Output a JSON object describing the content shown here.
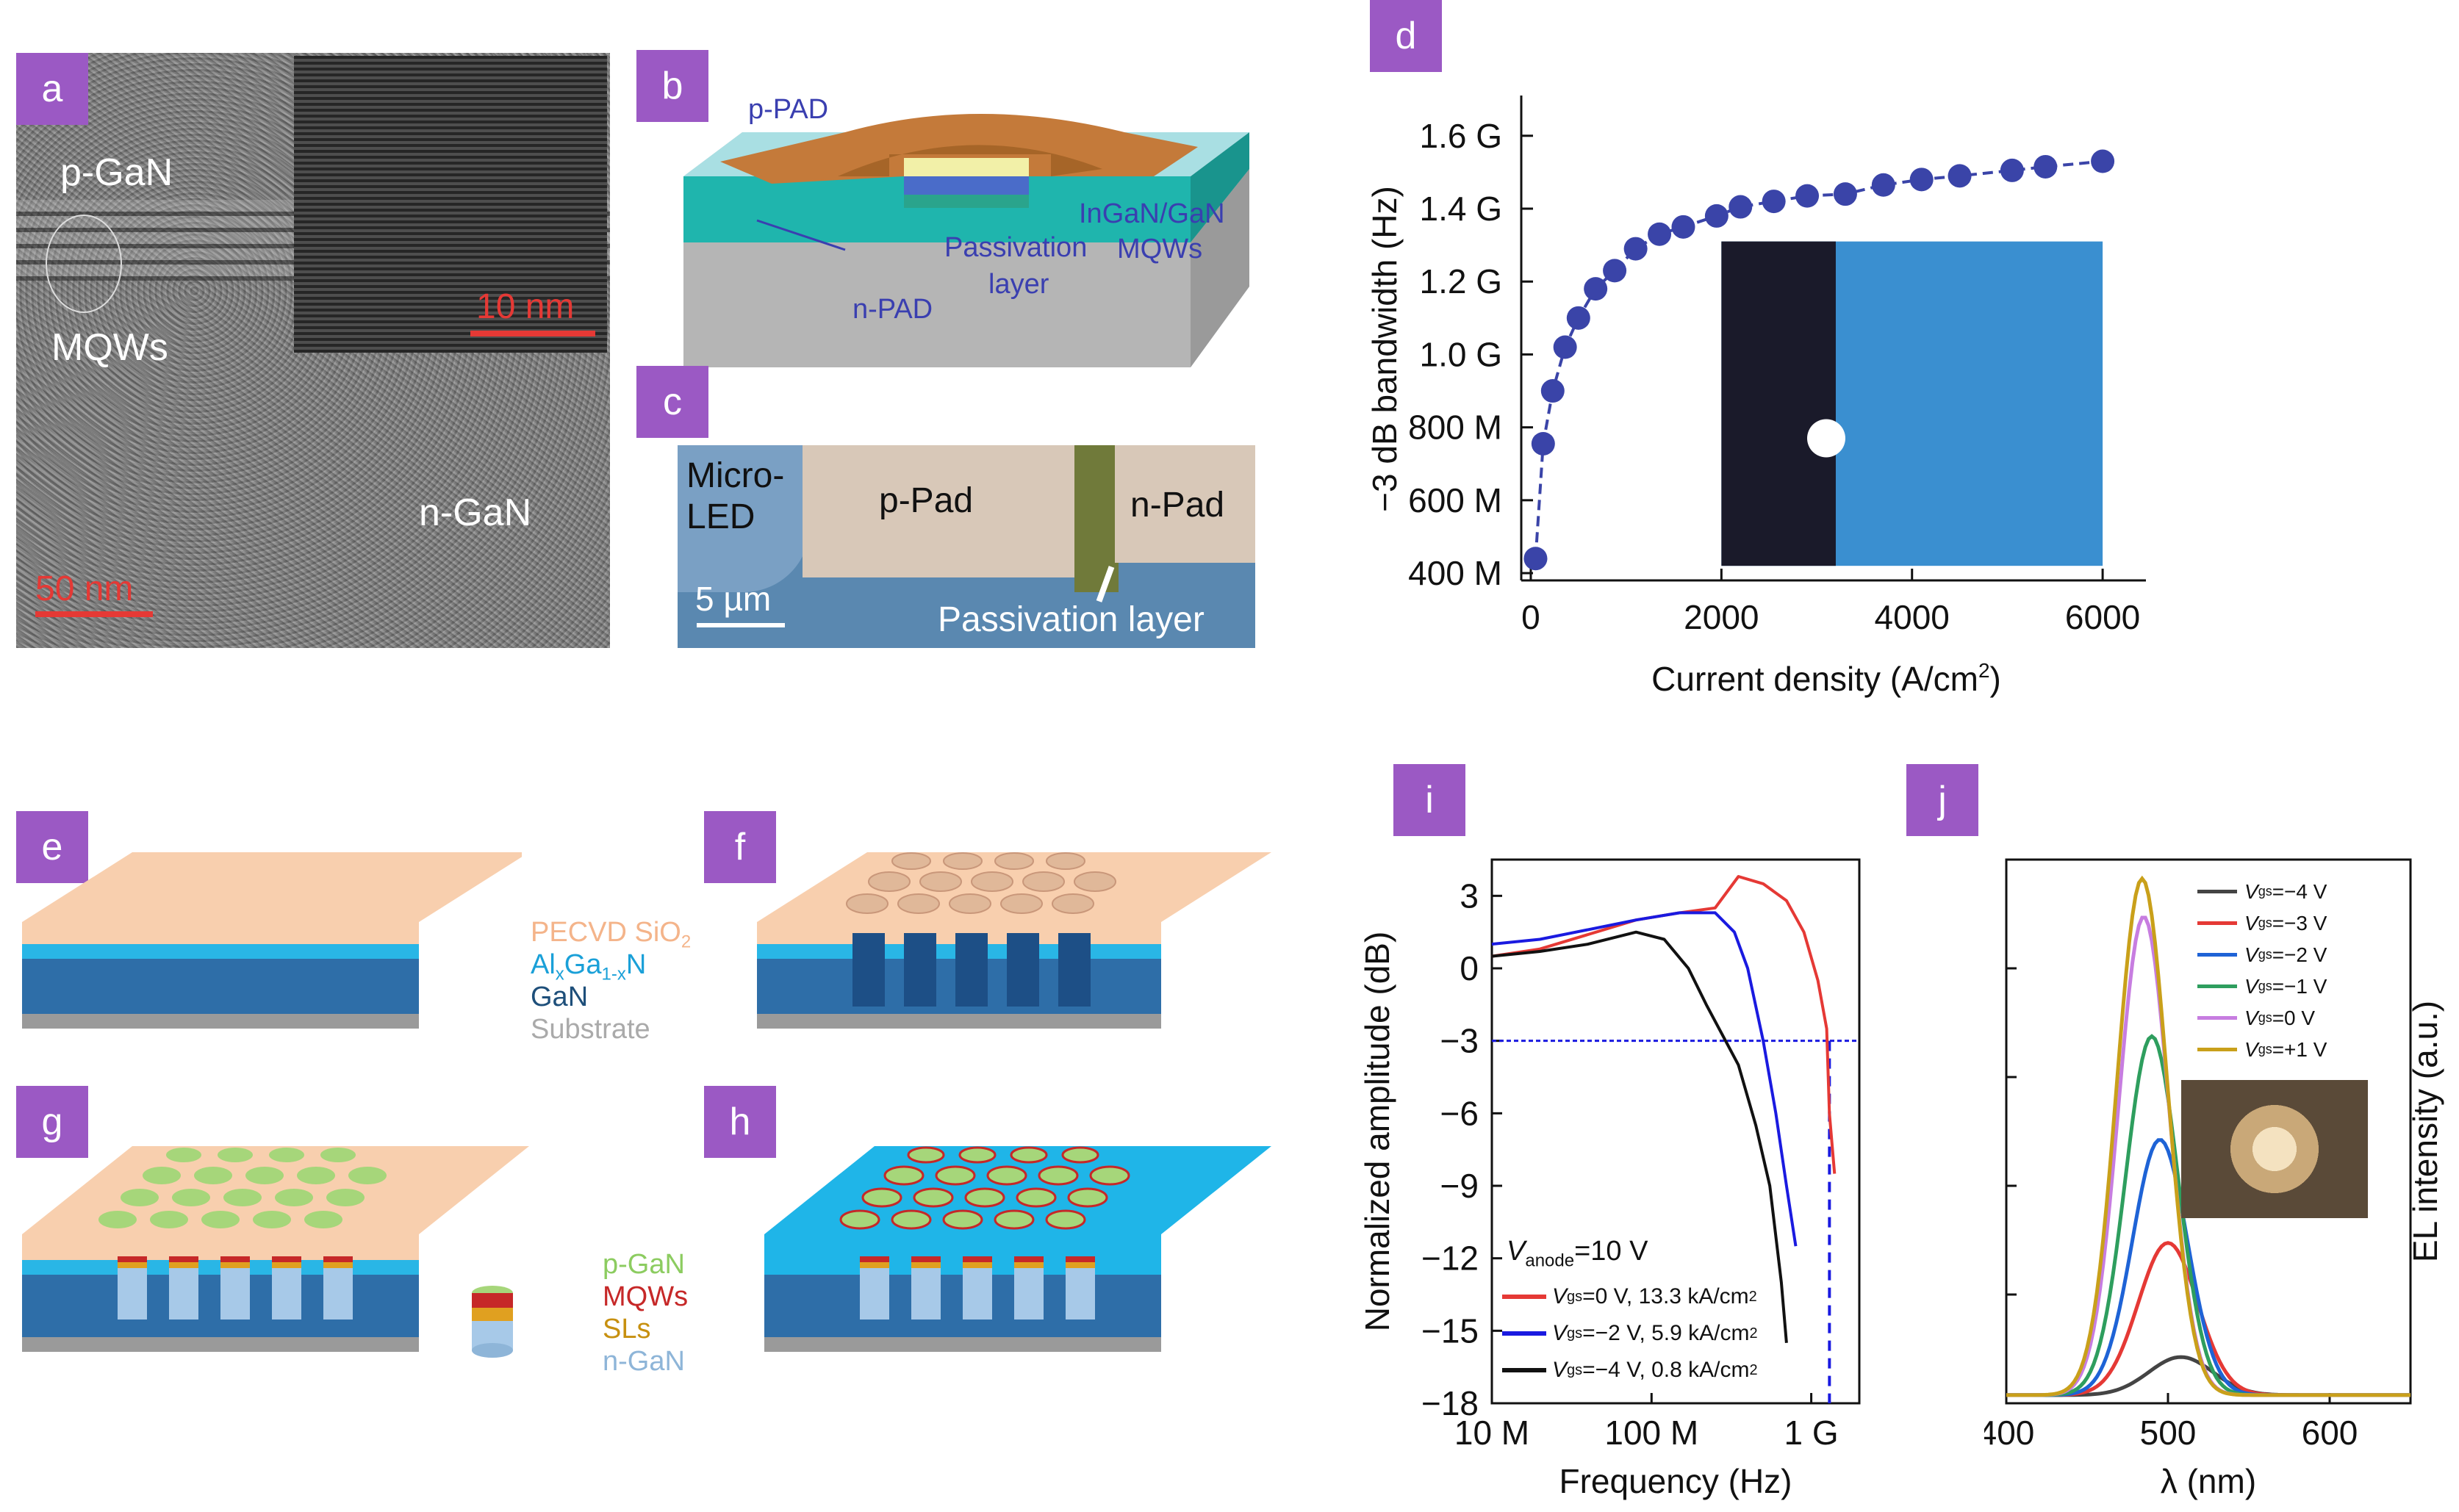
{
  "panels": {
    "a": {
      "label": "a",
      "pgan": "p-GaN",
      "mqws": "MQWs",
      "ngan": "n-GaN",
      "scale_inset": "10 nm",
      "scale_main": "50 nm"
    },
    "b": {
      "label": "b",
      "ppad": "p-PAD",
      "ingan": "InGaN/GaN",
      "mqws": "MQWs",
      "passivation": "Passivation",
      "layer": "layer",
      "npad": "n-PAD"
    },
    "c": {
      "label": "c",
      "microled": "Micro-",
      "led": "LED",
      "ppad": "p-Pad",
      "npad": "n-Pad",
      "scale": "5 µm",
      "passivation": "Passivation layer"
    },
    "d": {
      "label": "d"
    },
    "e": {
      "label": "e",
      "legend": [
        "PECVD SiO",
        "Al",
        "Ga",
        "N",
        "GaN",
        "Substrate"
      ]
    },
    "f": {
      "label": "f"
    },
    "g": {
      "label": "g",
      "legend": [
        "p-GaN",
        "MQWs",
        "SLs",
        "n-GaN"
      ]
    },
    "h": {
      "label": "h"
    },
    "i": {
      "label": "i",
      "anno": "V",
      "anno_sub": "anode",
      "anno_val": "=10 V",
      "legend": [
        {
          "v": "V",
          "sub": "gs",
          "text": "=0 V, 13.3 kA/cm",
          "sup": "2",
          "color": "#e53935"
        },
        {
          "v": "V",
          "sub": "gs",
          "text": "=−2 V, 5.9 kA/cm",
          "sup": "2",
          "color": "#1a1ae0"
        },
        {
          "v": "V",
          "sub": "gs",
          "text": "=−4 V, 0.8 kA/cm",
          "sup": "2",
          "color": "#111111"
        }
      ]
    },
    "j": {
      "label": "j",
      "legend": [
        {
          "v": "V",
          "sub": "gs",
          "text": "=−4 V",
          "color": "#444444"
        },
        {
          "v": "V",
          "sub": "gs",
          "text": "=−3 V",
          "color": "#e53935"
        },
        {
          "v": "V",
          "sub": "gs",
          "text": "=−2 V",
          "color": "#1e63d6"
        },
        {
          "v": "V",
          "sub": "gs",
          "text": "=−1 V",
          "color": "#2e9e5e"
        },
        {
          "v": "V",
          "sub": "gs",
          "text": "=0 V",
          "color": "#c77de0"
        },
        {
          "v": "V",
          "sub": "gs",
          "text": "=+1 V",
          "color": "#c9a01a"
        }
      ]
    }
  },
  "chart_data": [
    {
      "panel": "d",
      "type": "line",
      "xlabel": "Current density (A/cm",
      "xlabel_sup": "2",
      "xlabel_end": ")",
      "ylabel": "−3 dB bandwidth (Hz)",
      "xlim": [
        -100,
        6300
      ],
      "ylim": [
        380,
        1650
      ],
      "xticks": [
        0,
        2000,
        4000,
        6000
      ],
      "yticks": [
        400,
        600,
        800,
        1000,
        1200,
        1400,
        1600
      ],
      "ytick_labels": [
        "400 M",
        "600 M",
        "800 M",
        "1.0 G",
        "1.2 G",
        "1.4 G",
        "1.6 G"
      ],
      "x": [
        50,
        130,
        230,
        360,
        500,
        680,
        880,
        1100,
        1350,
        1600,
        1950,
        2200,
        2550,
        2900,
        3300,
        3700,
        4100,
        4500,
        5050,
        5400,
        6000
      ],
      "y": [
        440,
        755,
        900,
        1020,
        1100,
        1180,
        1230,
        1290,
        1330,
        1350,
        1380,
        1405,
        1420,
        1435,
        1440,
        1465,
        1480,
        1490,
        1505,
        1515,
        1530
      ],
      "color": "#3a44a8"
    },
    {
      "panel": "i",
      "type": "line",
      "xscale": "log",
      "xlabel": "Frequency (Hz)",
      "ylabel": "Normalized amplitude (dB)",
      "xlim": [
        10000000,
        2000000000
      ],
      "ylim": [
        -18,
        4.5
      ],
      "xticks": [
        10000000,
        100000000,
        1000000000
      ],
      "xtick_labels": [
        "10 M",
        "100 M",
        "1 G"
      ],
      "yticks": [
        3,
        0,
        -3,
        -6,
        -9,
        -12,
        -15,
        -18
      ],
      "hline": -3,
      "vline": 1300000000,
      "series": [
        {
          "color": "#e53935",
          "x": [
            10000000,
            20000000,
            40000000,
            80000000,
            150000000,
            250000000,
            350000000,
            500000000,
            700000000,
            900000000,
            1100000000,
            1250000000,
            1300000000,
            1400000000
          ],
          "y": [
            0.5,
            0.8,
            1.4,
            2.0,
            2.3,
            2.5,
            3.8,
            3.5,
            2.8,
            1.5,
            -0.5,
            -2.5,
            -6,
            -8.5
          ]
        },
        {
          "color": "#1a1ae0",
          "x": [
            10000000,
            20000000,
            40000000,
            80000000,
            150000000,
            250000000,
            330000000,
            400000000,
            500000000,
            600000000,
            700000000,
            800000000
          ],
          "y": [
            1.0,
            1.2,
            1.6,
            2.0,
            2.3,
            2.3,
            1.5,
            0,
            -3,
            -6,
            -9,
            -11.5
          ]
        },
        {
          "color": "#111111",
          "x": [
            10000000,
            20000000,
            40000000,
            80000000,
            120000000,
            170000000,
            220000000,
            280000000,
            350000000,
            450000000,
            550000000,
            650000000,
            700000000
          ],
          "y": [
            0.5,
            0.7,
            1.0,
            1.5,
            1.2,
            0,
            -1.5,
            -2.8,
            -4,
            -6.5,
            -9,
            -13,
            -15.5
          ]
        }
      ]
    },
    {
      "panel": "j",
      "type": "line",
      "xlabel": "λ (nm)",
      "ylabel": "EL intensity (a.u.)",
      "xlim": [
        400,
        650
      ],
      "xticks": [
        400,
        500,
        600
      ],
      "ylim": [
        0,
        1.0
      ],
      "series": [
        {
          "name": "=−4 V",
          "color": "#444444",
          "peak": 508,
          "height": 0.07,
          "width": 28
        },
        {
          "name": "=−3 V",
          "color": "#e53935",
          "peak": 500,
          "height": 0.28,
          "width": 26
        },
        {
          "name": "=−2 V",
          "color": "#1e63d6",
          "peak": 495,
          "height": 0.47,
          "width": 24
        },
        {
          "name": "=−1 V",
          "color": "#2e9e5e",
          "peak": 490,
          "height": 0.66,
          "width": 23
        },
        {
          "name": "=0 V",
          "color": "#c77de0",
          "peak": 485,
          "height": 0.88,
          "width": 22
        },
        {
          "name": "=+1 V",
          "color": "#c9a01a",
          "peak": 484,
          "height": 0.95,
          "width": 22
        }
      ]
    }
  ]
}
